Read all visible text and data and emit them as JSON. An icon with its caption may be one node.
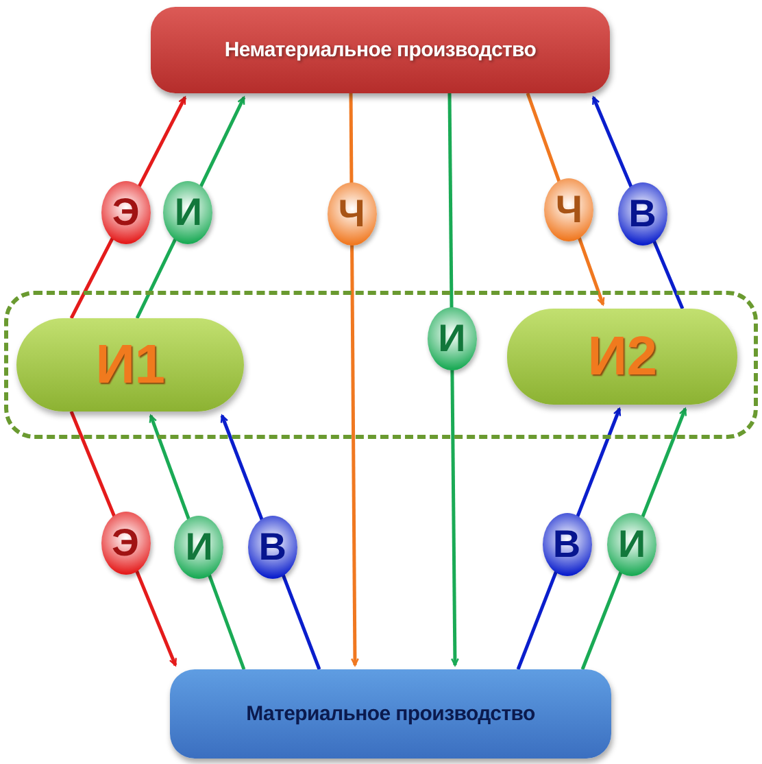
{
  "diagram": {
    "nodes": [
      {
        "text": [
          "Нематериальное производство"
        ]
      },
      {
        "text": [],
        "shape": "box"
      },
      {
        "text": [
          "И1"
        ],
        "in": 1
      },
      {
        "text": [
          "И2"
        ],
        "in": 1
      },
      {
        "text": [
          "Материальное производство"
        ]
      }
    ],
    "edges": [
      {
        "from": 2,
        "to": 0,
        "arrow": "to",
        "label": "Э",
        "color": "#e41b1b"
      },
      {
        "from": 2,
        "to": 0,
        "arrow": "to",
        "label": "И",
        "color": "#1aaa55"
      },
      {
        "from": 0,
        "to": 4,
        "arrow": "to",
        "label": "Ч",
        "color": "#f07820"
      },
      {
        "from": 0,
        "to": 4,
        "arrow": "to",
        "label": "И",
        "color": "#1aaa55"
      },
      {
        "from": 0,
        "to": 3,
        "arrow": "to",
        "label": "Ч",
        "color": "#f07820"
      },
      {
        "from": 3,
        "to": 0,
        "arrow": "to",
        "label": "В",
        "color": "#0a1ecc"
      },
      {
        "from": 2,
        "to": 4,
        "arrow": "to",
        "label": "Э",
        "color": "#e41b1b"
      },
      {
        "from": 4,
        "to": 2,
        "arrow": "to",
        "label": "И",
        "color": "#1aaa55"
      },
      {
        "from": 4,
        "to": 2,
        "arrow": "to",
        "label": "В",
        "color": "#0a1ecc"
      },
      {
        "from": 4,
        "to": 3,
        "arrow": "to",
        "label": "В",
        "color": "#0a1ecc"
      },
      {
        "from": 4,
        "to": 3,
        "arrow": "to",
        "label": "И",
        "color": "#1aaa55"
      }
    ]
  }
}
